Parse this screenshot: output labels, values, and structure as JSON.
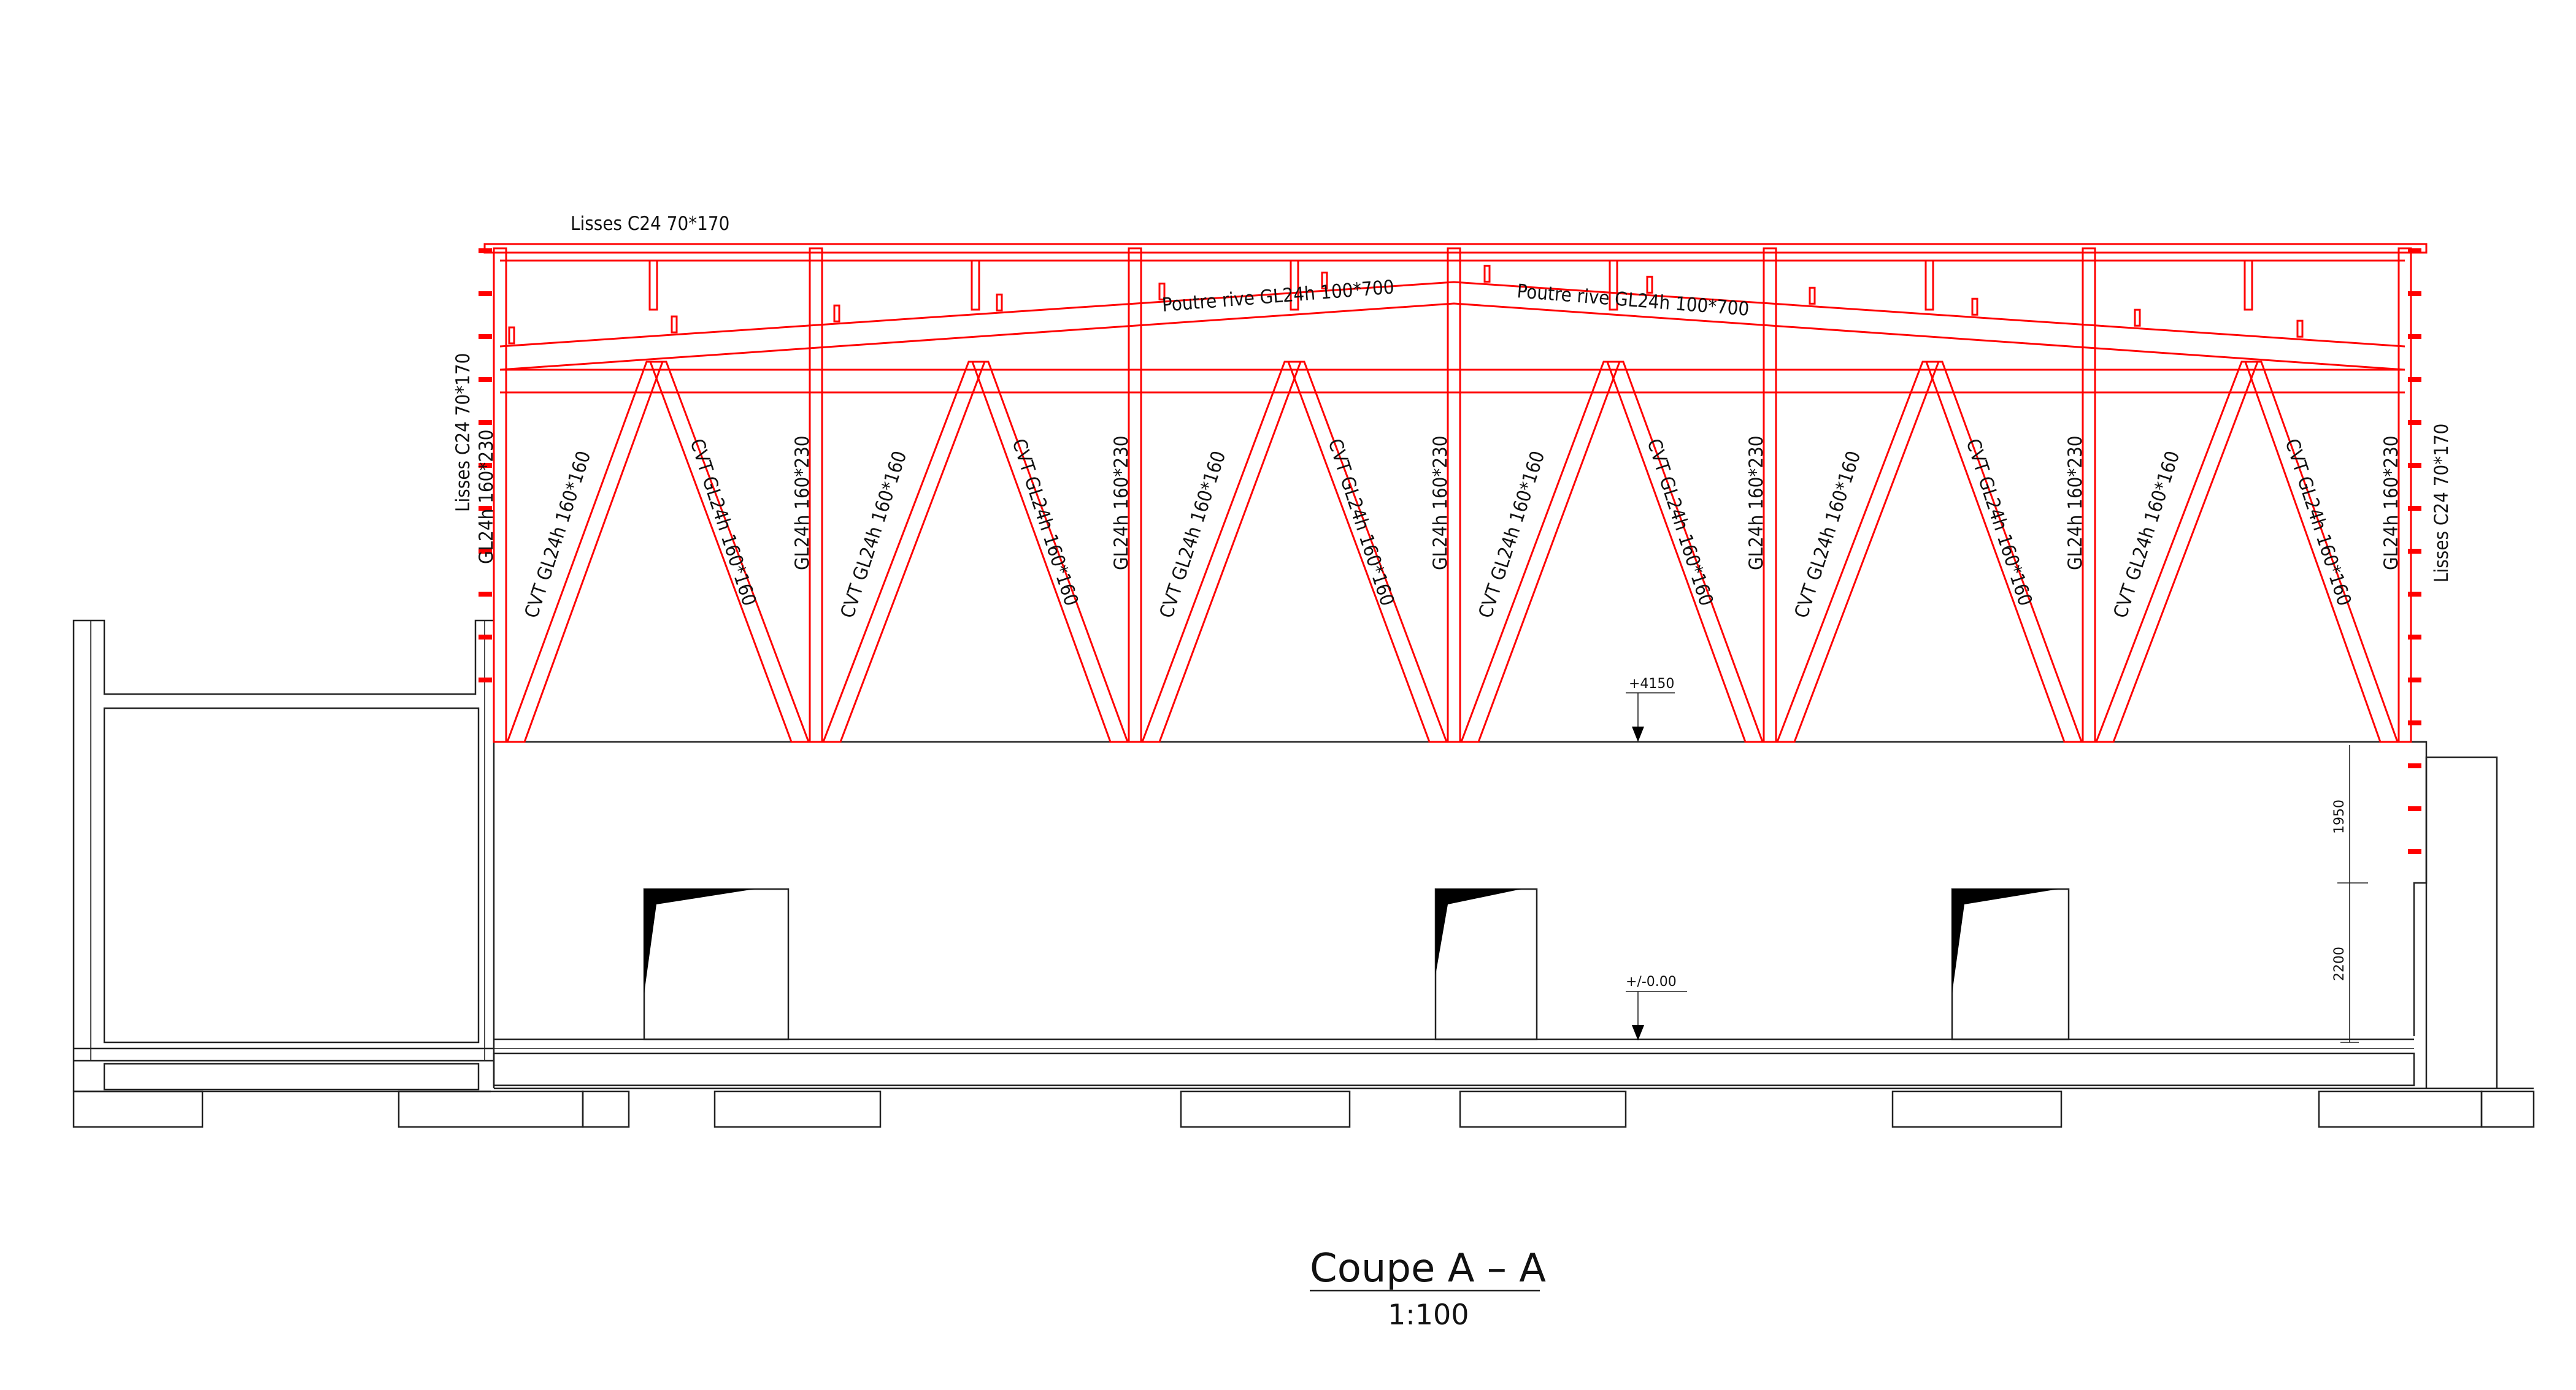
{
  "title": "Coupe A – A",
  "scale": "1:100",
  "labels": {
    "lisses_top": "Lisses C24 70*170",
    "lisses_left": "Lisses C24 70*170",
    "lisses_right": "Lisses C24 70*170",
    "poutre_left": "Poutre rive GL24h 100*700",
    "poutre_right": "Poutre rive GL24h 100*700",
    "post": "GL24h 160*230",
    "brace": "CVT GL24h 160*160"
  },
  "levels": {
    "upper": "+4150",
    "ground": "+/-0.00"
  },
  "dimensions": {
    "upper_height": "1950",
    "lower_height": "2200"
  },
  "colors": {
    "structure": "#ff0000",
    "lines": "#222222"
  }
}
